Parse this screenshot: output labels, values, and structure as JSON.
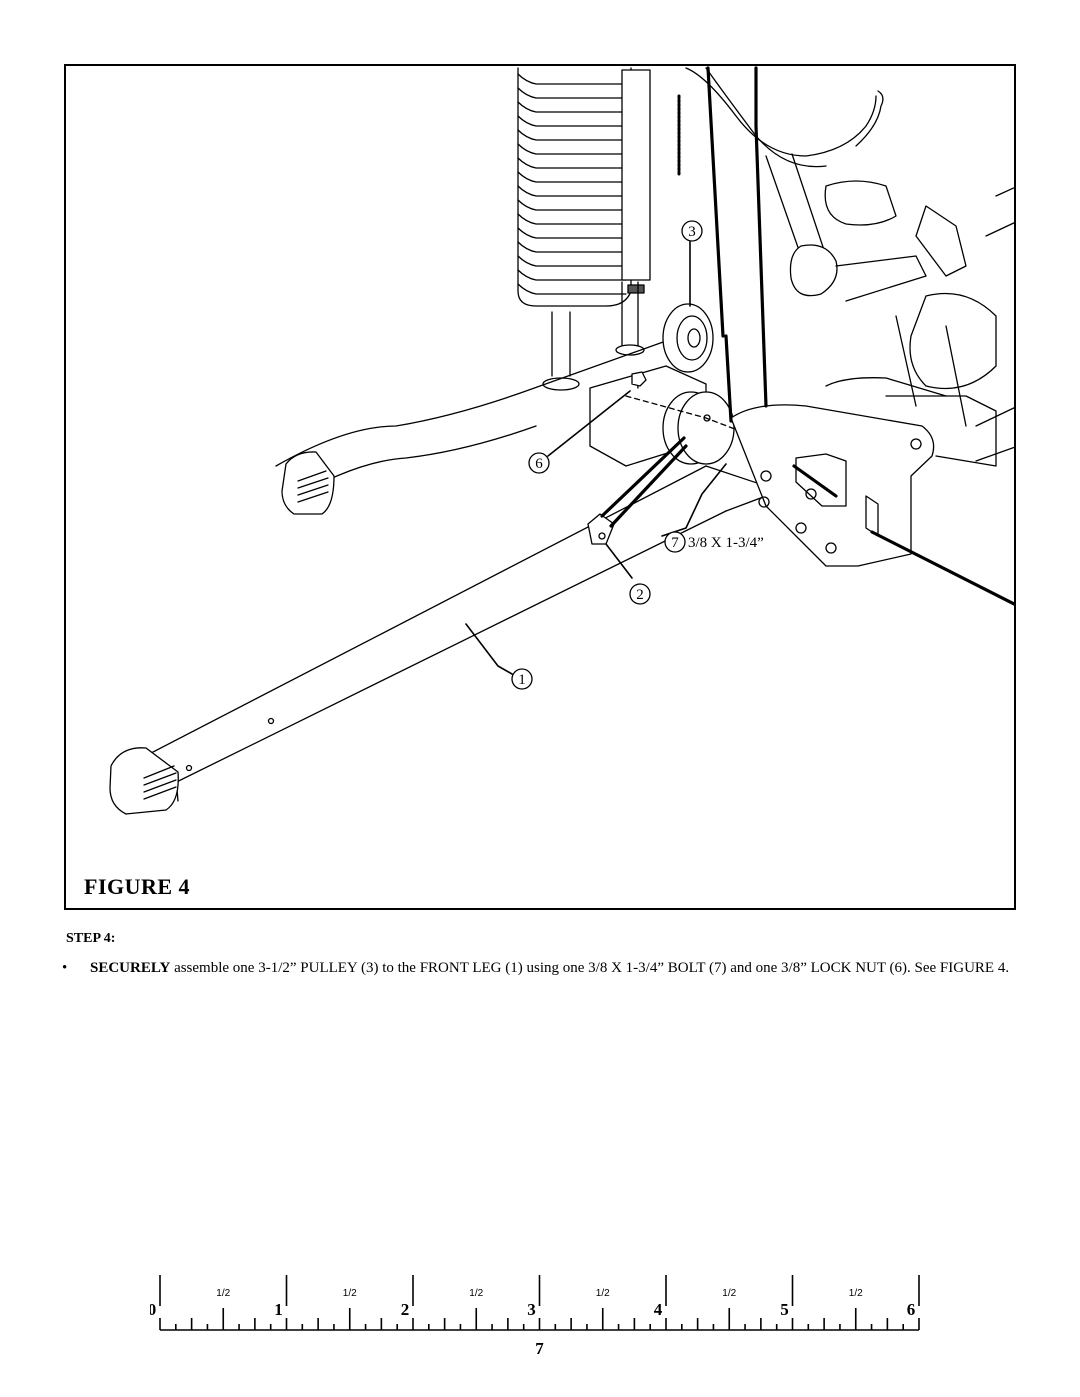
{
  "figure": {
    "title": "FIGURE 4",
    "callouts": {
      "c1": "1",
      "c2": "2",
      "c3": "3",
      "c6": "6",
      "c7": "7",
      "c7_spec": "3/8 X 1-3/4”"
    }
  },
  "step": {
    "heading": "STEP 4:",
    "bullet": "•",
    "emphasis": "SECURELY",
    "text": " assemble one 3-1/2” PULLEY (3) to the FRONT LEG (1) using one 3/8 X 1-3/4” BOLT (7) and one 3/8” LOCK NUT (6). See FIGURE 4."
  },
  "ruler": {
    "numbers": [
      "0",
      "1",
      "2",
      "3",
      "4",
      "5",
      "6"
    ],
    "half_label": "1/2",
    "page_number": "7"
  }
}
